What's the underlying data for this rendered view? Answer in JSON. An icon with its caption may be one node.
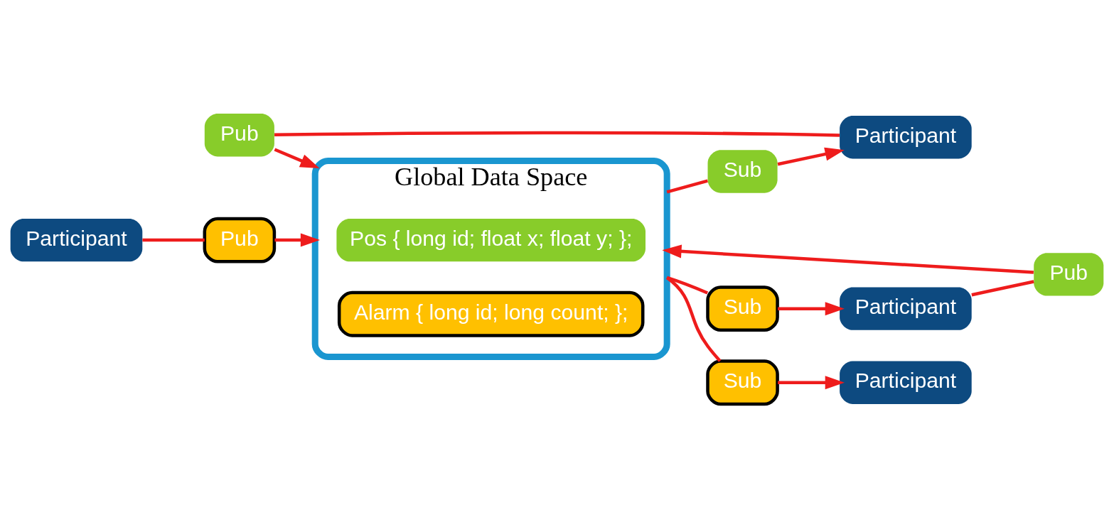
{
  "diagram": {
    "nodes": [
      {
        "text": [
          "Participant"
        ]
      },
      {
        "text": [
          "Pub"
        ]
      },
      {
        "text": [
          "Participant"
        ]
      },
      {
        "text": [
          "Pub"
        ]
      },
      {
        "text": [
          "Sub"
        ]
      },
      {
        "text": [
          "Global Data Space"
        ]
      },
      {
        "text": [
          "Sub"
        ]
      },
      {
        "text": [
          "Pos { long id; float x; float y; };"
        ],
        "in": 5
      },
      {
        "text": [
          "Alarm { long id; long count; };"
        ],
        "in": 5
      },
      {
        "text": [
          "Participant"
        ]
      },
      {
        "text": [
          "Pub"
        ]
      },
      {
        "text": [
          "Sub"
        ]
      },
      {
        "text": [
          "Participant"
        ]
      }
    ],
    "edges": [
      {
        "from": 0,
        "to": 1,
        "arrow": "none"
      },
      {
        "from": 1,
        "to": 5,
        "arrow": "to"
      },
      {
        "from": 4,
        "to": 0,
        "arrow": "to"
      },
      {
        "from": 5,
        "to": 4,
        "arrow": "none"
      },
      {
        "from": 3,
        "to": 2,
        "arrow": "none"
      },
      {
        "from": 3,
        "to": 5,
        "arrow": "to"
      },
      {
        "from": 6,
        "to": 2,
        "arrow": "to"
      },
      {
        "from": 5,
        "to": 6,
        "arrow": "none"
      },
      {
        "from": 9,
        "to": 10,
        "arrow": "none"
      },
      {
        "from": 10,
        "to": 5,
        "arrow": "to"
      },
      {
        "from": 5,
        "to": 11,
        "arrow": "none"
      },
      {
        "from": 11,
        "to": 12,
        "arrow": "to"
      }
    ]
  }
}
